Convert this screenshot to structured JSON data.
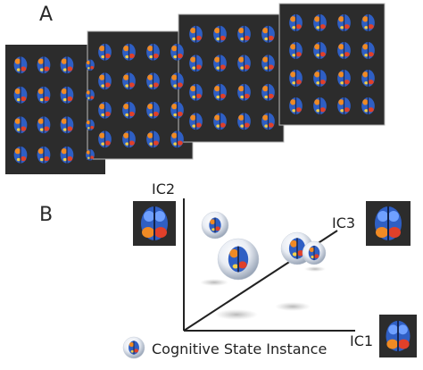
{
  "panel_a_label": "A",
  "panel_b_label": "B",
  "axes": {
    "ic1": "IC1",
    "ic2": "IC2",
    "ic3": "IC3"
  },
  "legend": {
    "label": "Cognitive State Instance"
  },
  "colors": {
    "panel_bg": "#2c2c2c",
    "brain_blue": "#3a6fd8",
    "brain_orange": "#f08a24",
    "brain_red": "#e0402a",
    "brain_yellow": "#f3d04a"
  }
}
